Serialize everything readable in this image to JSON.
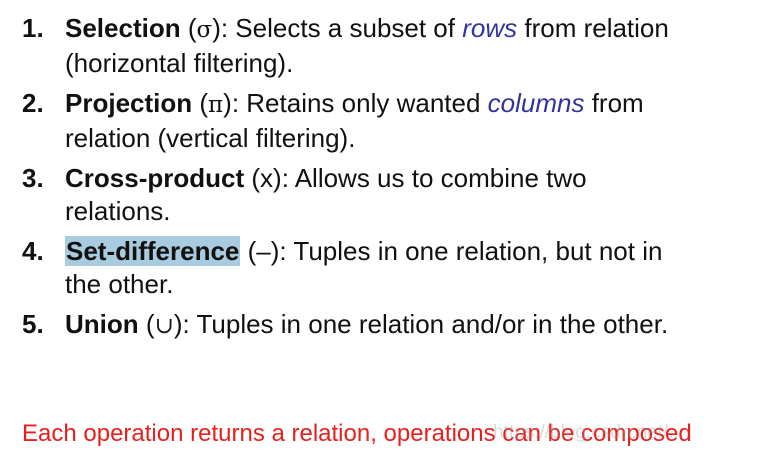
{
  "operations": [
    {
      "number": "1.",
      "name": "Selection",
      "symbol": "σ",
      "before_emphasis": "): Selects a subset of ",
      "emphasis": "rows",
      "after_emphasis": " from relation",
      "continuation": "(horizontal filtering)."
    },
    {
      "number": "2.",
      "name": "Projection",
      "symbol": "π",
      "before_emphasis": "):  Retains only wanted ",
      "emphasis": "columns",
      "after_emphasis": " from",
      "continuation": "relation (vertical filtering)."
    },
    {
      "number": "3.",
      "name": "Cross-product",
      "symbol": "x",
      "text": "):  Allows us to combine two",
      "continuation": "relations."
    },
    {
      "number": "4.",
      "name": "Set-difference",
      "symbol": "–",
      "text": "):  Tuples in one relation, but not in",
      "continuation": "the other."
    },
    {
      "number": "5.",
      "name": "Union",
      "symbol": "∪",
      "text": "):  Tuples in one relation and/or in the other."
    }
  ],
  "footer_text": "Each operation returns a relation, operations can be composed",
  "watermark_text": "https://blog.csdn.net/...",
  "colors": {
    "emphasis": "#33339a",
    "footer": "#e8201d",
    "highlight": "#a9cbe0"
  }
}
